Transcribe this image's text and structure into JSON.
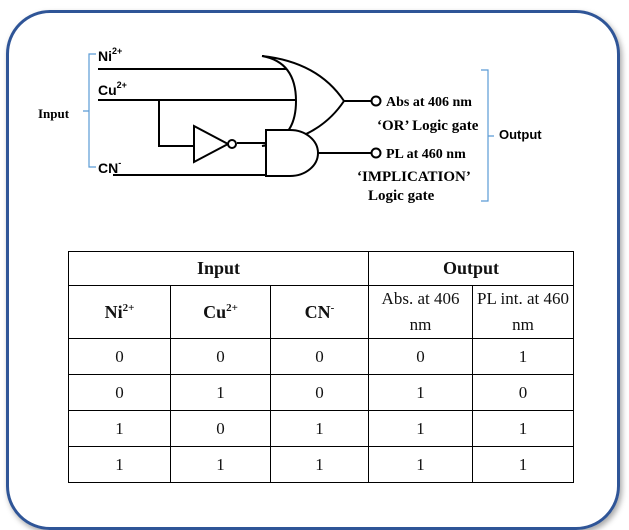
{
  "diagram": {
    "inputs": [
      {
        "label": "Ni",
        "sup": "2+"
      },
      {
        "label": "Cu",
        "sup": "2+"
      },
      {
        "label": "CN",
        "sup": "-"
      }
    ],
    "input_group_label": "Input",
    "output_group_label": "Output",
    "outputs": [
      {
        "title": "Abs at 406 nm",
        "desc_lines": [
          "‘OR’ Logic gate"
        ]
      },
      {
        "title": "PL at 460 nm",
        "desc_lines": [
          "‘IMPLICATION’",
          "Logic gate"
        ]
      }
    ]
  },
  "table": {
    "group_headers": [
      "Input",
      "Output"
    ],
    "columns": [
      {
        "label": "Ni",
        "sup": "2+"
      },
      {
        "label": "Cu",
        "sup": "2+"
      },
      {
        "label": "CN",
        "sup": "-"
      },
      {
        "label": "Abs. at 406 nm"
      },
      {
        "label": "PL int. at 460 nm"
      }
    ],
    "rows": [
      [
        "0",
        "0",
        "0",
        "0",
        "1"
      ],
      [
        "0",
        "1",
        "0",
        "1",
        "0"
      ],
      [
        "1",
        "0",
        "1",
        "1",
        "1"
      ],
      [
        "1",
        "1",
        "1",
        "1",
        "1"
      ]
    ]
  },
  "colors": {
    "frame_border": "#2f5597",
    "bracket": "#5b9bd5",
    "line": "#000000"
  }
}
